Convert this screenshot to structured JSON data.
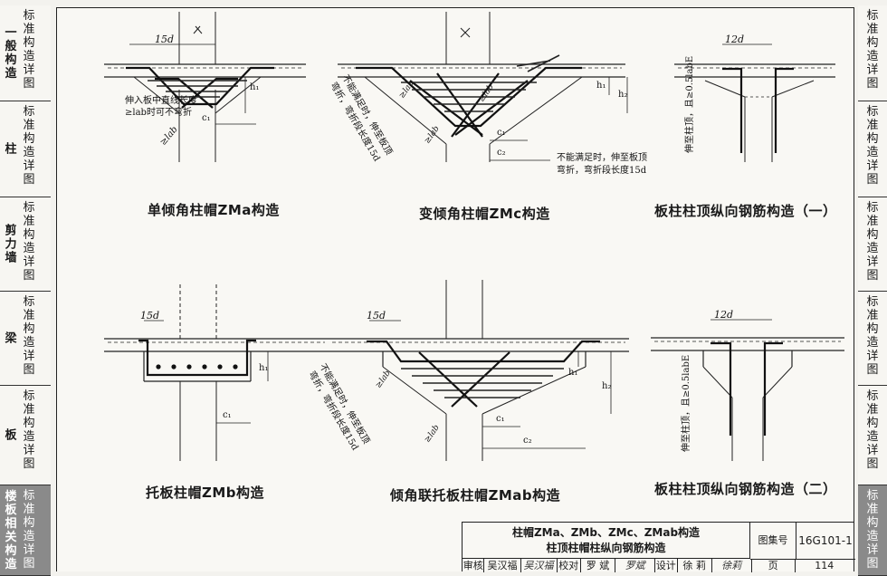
{
  "left_tabs": [
    {
      "category": "一\n般\n构\n造",
      "standard": "标\n准\n构\n造\n详\n图",
      "active": false
    },
    {
      "category": "柱",
      "standard": "标\n准\n构\n造\n详\n图",
      "active": false
    },
    {
      "category": "剪\n力\n墙",
      "standard": "标\n准\n构\n造\n详\n图",
      "active": false
    },
    {
      "category": "梁",
      "standard": "标\n准\n构\n造\n详\n图",
      "active": false
    },
    {
      "category": "板",
      "standard": "标\n准\n构\n造\n详\n图",
      "active": false
    },
    {
      "category": "楼\n板\n相\n关\n构\n造",
      "standard": "标\n准\n构\n造\n详\n图",
      "active": true
    }
  ],
  "right_tabs": [
    "标\n准\n构\n造\n详\n图",
    "标\n准\n构\n造\n详\n图",
    "标\n准\n构\n造\n详\n图",
    "标\n准\n构\n造\n详\n图",
    "标\n准\n构\n造\n详\n图",
    "标\n准\n构\n造\n详\n图"
  ],
  "captions": {
    "zma": "单倾角柱帽ZMa构造",
    "zmc": "变倾角柱帽ZMc构造",
    "top1": "板柱柱顶纵向钢筋构造（一）",
    "zmb": "托板柱帽ZMb构造",
    "zmab": "倾角联托板柱帽ZMab构造",
    "top2": "板柱柱顶纵向钢筋构造（二）"
  },
  "labels": {
    "d15": "15d",
    "d12": "12d",
    "h1": "h₁",
    "h2": "h₂",
    "c1": "c₁",
    "c2": "c₂",
    "lab": "≥lab",
    "note_zma_1": "伸入板中直线长度",
    "note_zma_2": "≥lab时可不弯折",
    "note_zmc_1": "不能满足时，伸至板顶",
    "note_zmc_2": "弯折，弯折段长度15d",
    "note_zmc_r1": "不能满足时，伸至板顶",
    "note_zmc_r2": "弯折，弯折段长度15d",
    "note_top": "伸至柱顶，且≥0.5labE"
  },
  "titleblock": {
    "title_1": "柱帽ZMa、ZMb、ZMc、ZMab构造",
    "title_2": "柱顶柱帽柱纵向钢筋构造",
    "set_label": "图集号",
    "set_value": "16G101-1",
    "row": [
      "审核",
      "吴汉福",
      "吴汉福",
      "校对",
      "罗 斌",
      "罗斌",
      "设计",
      "徐 莉",
      "徐莉",
      "页",
      "114"
    ]
  }
}
